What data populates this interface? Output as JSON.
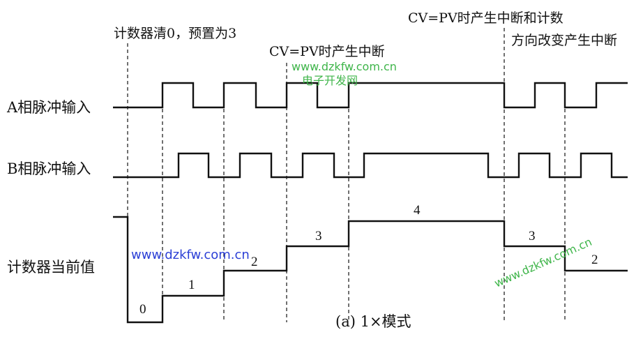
{
  "labels": {
    "a_input": "A相脉冲输入",
    "b_input": "B相脉冲输入",
    "counter": "计数器当前值"
  },
  "annotations": {
    "clear_preset": "计数器清0，预置为3",
    "cv_pv_interrupt": "CV=PV时产生中断",
    "cv_pv_dir_line1": "CV=PV时产生中断和计数",
    "cv_pv_dir_line2": "方向改变产生中断"
  },
  "caption": "(a) 1×模式",
  "counter_values": [
    "0",
    "1",
    "2",
    "3",
    "4",
    "3",
    "2"
  ],
  "watermarks": {
    "site": "www.dzkfw.com.cn",
    "site_cn": "电子开发网"
  }
}
